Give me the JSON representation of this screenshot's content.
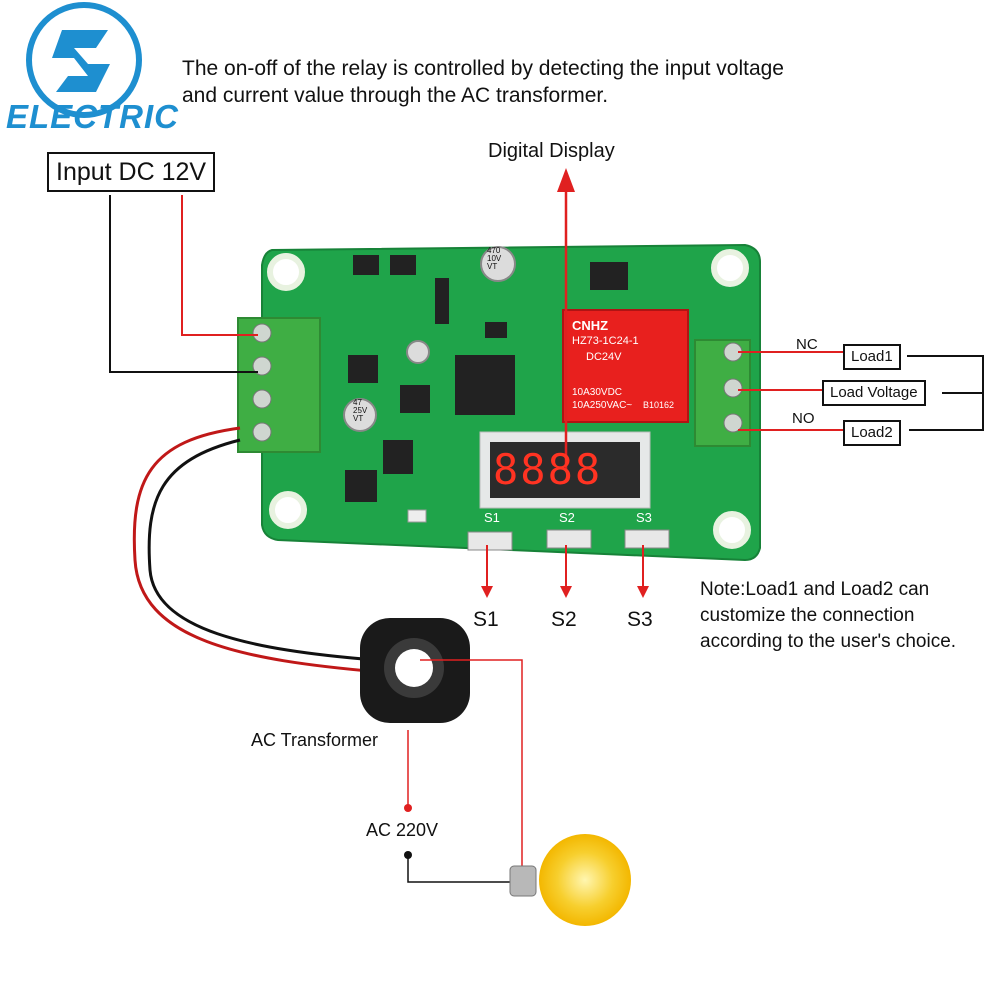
{
  "brand": {
    "logo_text": "ELECTRIC",
    "accent_color": "#1e8fd0"
  },
  "description": "The on-off of the relay is controlled by detecting the input voltage and current value through the AC transformer.",
  "labels": {
    "input": "Input DC 12V",
    "digital_display": "Digital Display",
    "nc": "NC",
    "no": "NO",
    "load1": "Load1",
    "load_voltage": "Load Voltage",
    "load2": "Load2",
    "s1": "S1",
    "s2": "S2",
    "s3": "S3",
    "ac_transformer": "AC Transformer",
    "ac_220v": "AC 220V"
  },
  "board": {
    "relay_brand": "CNHZ",
    "relay_model": "HZ73-1C24-1",
    "relay_coil": "DC24V",
    "relay_rating1": "10A30VDC",
    "relay_rating2": "10A250VAC~",
    "relay_code": "B10162",
    "capacitor_large": "470\n10V\nVT",
    "capacitor_small": "47\n25V\nVT",
    "display_digits": "8888",
    "silk_s1": "S1",
    "silk_s2": "S2",
    "silk_s3": "S3"
  },
  "note": "Note:Load1 and Load2 can customize the connection according to the user's choice.",
  "colors": {
    "board": "#1fa44a",
    "terminal": "#3fae44",
    "wire_red": "#e02020",
    "wire_black": "#111111",
    "bulb": "#f7cf2e"
  }
}
